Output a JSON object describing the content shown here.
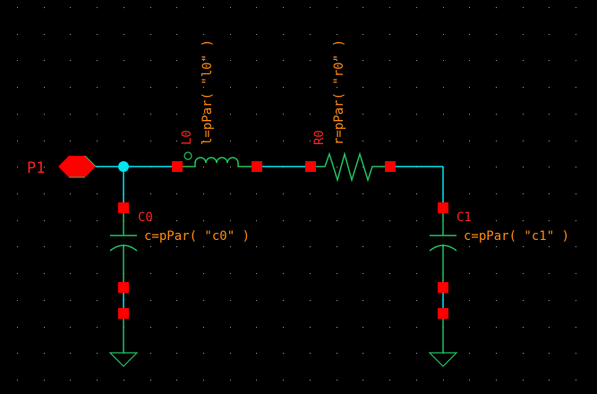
{
  "schematic": {
    "colors": {
      "background": "#000000",
      "grid_dot": "#9a9a9a",
      "wire": "#00e5ee",
      "device": "#20c060",
      "pin": "#ff0000",
      "inst_label": "#ff2020",
      "param_label": "#ff8a10",
      "pin_label": "#ff2020",
      "junction": "#00e5ee"
    },
    "pin": {
      "name": "P1"
    },
    "instances": [
      {
        "name": "L0",
        "type": "inductor",
        "param": "l=pPar( \"l0\" )"
      },
      {
        "name": "R0",
        "type": "resistor",
        "param": "r=pPar( \"r0\" )"
      },
      {
        "name": "C0",
        "type": "capacitor",
        "param": "c=pPar( \"c0\" )"
      },
      {
        "name": "C1",
        "type": "capacitor",
        "param": "c=pPar( \"c1\" )"
      }
    ],
    "grounds": [
      "gnd-left",
      "gnd-right"
    ]
  }
}
